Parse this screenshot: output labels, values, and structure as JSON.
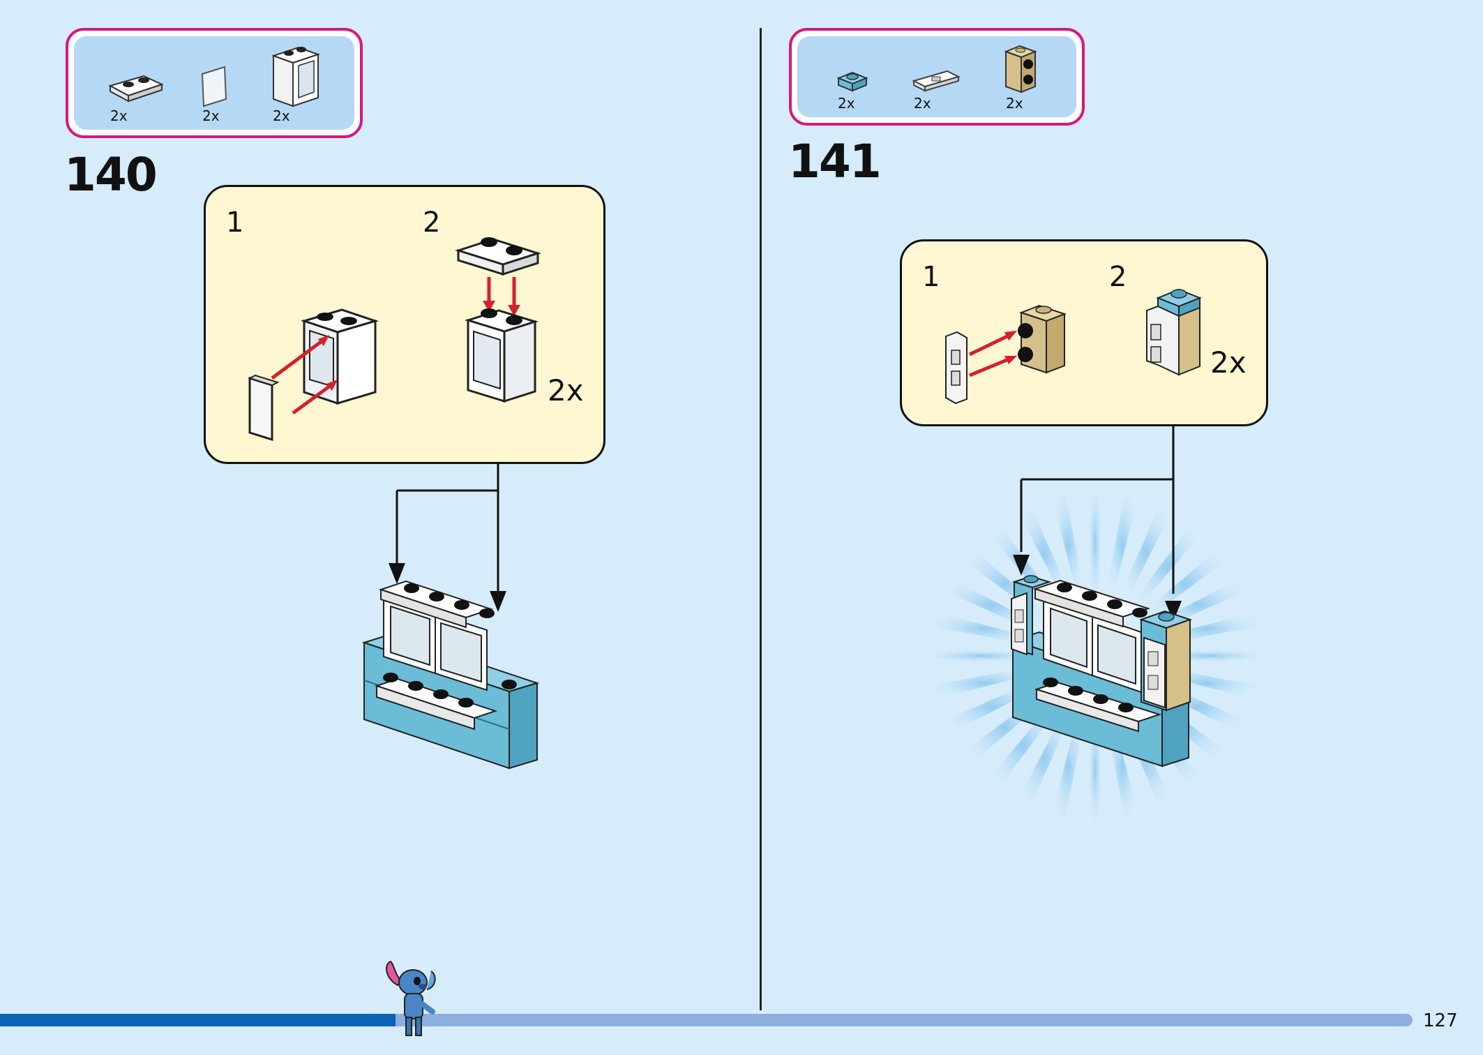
{
  "step_140": {
    "number": "140",
    "parts": [
      {
        "icon": "plate-1x2-rail-icon",
        "qty": "2x"
      },
      {
        "icon": "window-glass-icon",
        "qty": "2x"
      },
      {
        "icon": "window-frame-icon",
        "qty": "2x"
      }
    ],
    "substep_1": "1",
    "substep_2": "2",
    "substep_2_multiplier": "2x"
  },
  "step_141": {
    "number": "141",
    "parts": [
      {
        "icon": "plate-1x1-round-icon",
        "qty": "2x"
      },
      {
        "icon": "tile-clip-icon",
        "qty": "2x"
      },
      {
        "icon": "brick-studs-side-icon",
        "qty": "2x"
      }
    ],
    "substep_1": "1",
    "substep_2": "2",
    "substep_2_multiplier": "2x"
  },
  "page_number": "127",
  "progress": 0.28,
  "colors": {
    "background": "#d6ecfa",
    "parts_border": "#d6197a",
    "parts_fill": "#b5d8f5",
    "callout_fill": "#fff6d2",
    "arrow_red": "#d6202a",
    "brick_blue": "#6bbcd6",
    "brick_tan": "#d6c08a",
    "progress_done": "#0a63b4",
    "progress_rest": "#8eaee0"
  }
}
